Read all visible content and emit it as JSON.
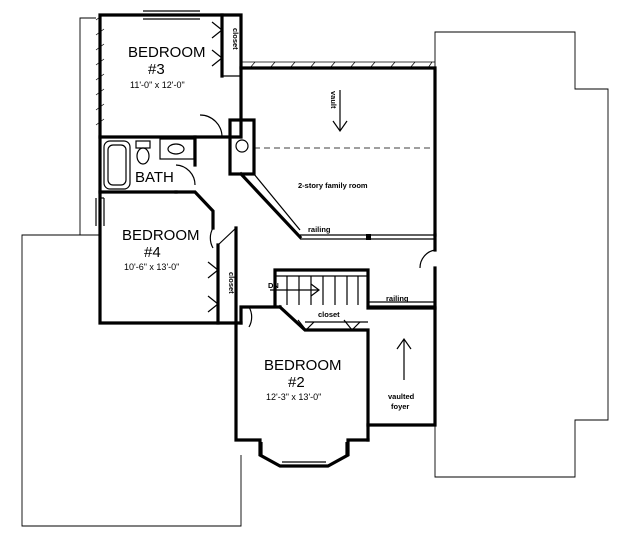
{
  "rooms": {
    "bedroom3": {
      "name": "BEDROOM",
      "number": "#3",
      "size": "11'-0\" x 12'-0\""
    },
    "bedroom4": {
      "name": "BEDROOM",
      "number": "#4",
      "size": "10'-6\" x 13'-0\""
    },
    "bedroom2": {
      "name": "BEDROOM",
      "number": "#2",
      "size": "12'-3\" x 13'-0\""
    },
    "bath": {
      "name": "BATH"
    },
    "family_room": {
      "name": "2-story family room",
      "note": "vault"
    },
    "foyer": {
      "line1": "vaulted",
      "line2": "foyer"
    }
  },
  "labels": {
    "closet": "closet",
    "railing": "railing",
    "stair_down": "DN"
  }
}
